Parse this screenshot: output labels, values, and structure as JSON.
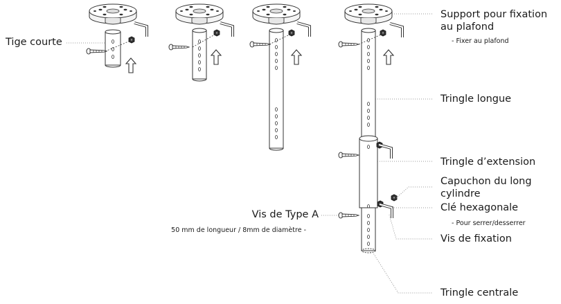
{
  "labels": {
    "tige_courte": "Tige courte",
    "support_line1": "Support pour fixation",
    "support_line2": "au plafond",
    "support_sub": "- Fixer au plafond",
    "tringle_longue": "Tringle longue",
    "tringle_extension": "Tringle d’extension",
    "capuchon_line1": "Capuchon du long",
    "capuchon_line2": "cylindre",
    "cle_hexagonale": "Clé hexagonale",
    "cle_sub": "- Pour serrer/desserrer",
    "vis_fixation": "Vis de fixation",
    "vis_type_a": "Vis de Type A",
    "vis_type_a_sub": "50 mm de longueur / 8mm de diamètre -",
    "tringle_centrale": "Tringle centrale"
  }
}
